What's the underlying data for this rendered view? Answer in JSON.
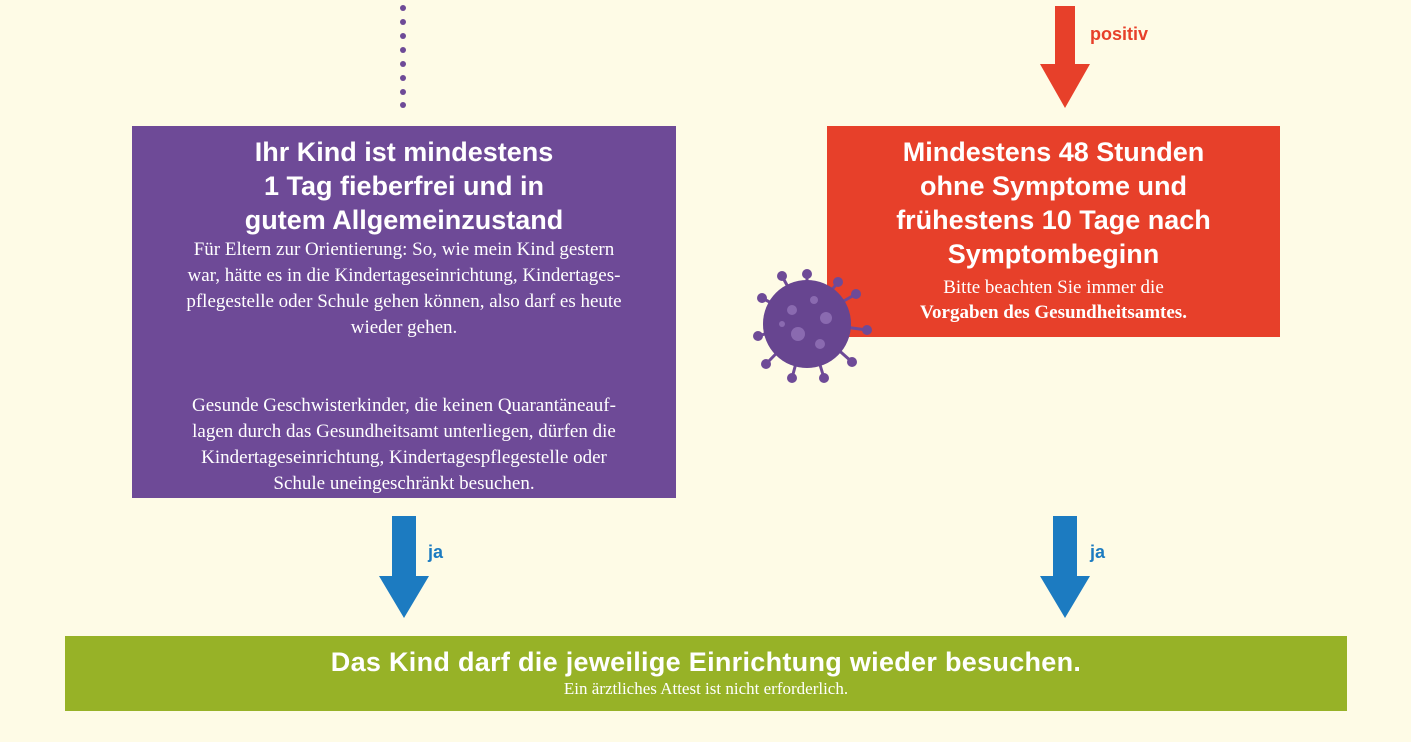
{
  "colors": {
    "background": "#fefbe6",
    "purple_box": "#6e4a97",
    "red_box": "#e7402a",
    "green_box": "#97b227",
    "blue_arrow": "#1c7bc1",
    "red_arrow": "#e7402a",
    "dots": "#6e4a97",
    "virus": "#6e4a97"
  },
  "purple_box": {
    "heading_lines": [
      "Ihr Kind ist mindestens",
      "1 Tag fieberfrei und in",
      "gutem Allgemeinzustand"
    ],
    "paragraph1_lines": [
      "Für Eltern zur Orientierung: So, wie mein Kind gestern",
      "war, hätte es in die Kindertageseinrichtung, Kindertages-",
      "pflegestelle oder Schule gehen können, also darf es heute",
      "wieder gehen."
    ],
    "paragraph2_lines": [
      "Gesunde Geschwisterkinder, die keinen Quarantäneauf-",
      "lagen durch das Gesundheitsamt unterliegen, dürfen die",
      "Kindertageseinrichtung, Kindertagespflegestelle oder",
      "Schule uneingeschränkt besuchen."
    ]
  },
  "red_box": {
    "heading_lines": [
      "Mindestens 48 Stunden",
      "ohne Symptome und",
      "frühestens 10 Tage nach",
      "Symptombeginn"
    ],
    "note": "Bitte beachten Sie immer die",
    "note_strong": "Vorgaben des Gesundheitsamtes."
  },
  "green_box": {
    "heading": "Das Kind darf die jeweilige Einrichtung wieder besuchen.",
    "subtext": "Ein ärztliches Attest ist nicht erforderlich."
  },
  "arrows": {
    "top_right_label": "positiv",
    "bottom_left_label": "ja",
    "bottom_right_label": "ja"
  }
}
